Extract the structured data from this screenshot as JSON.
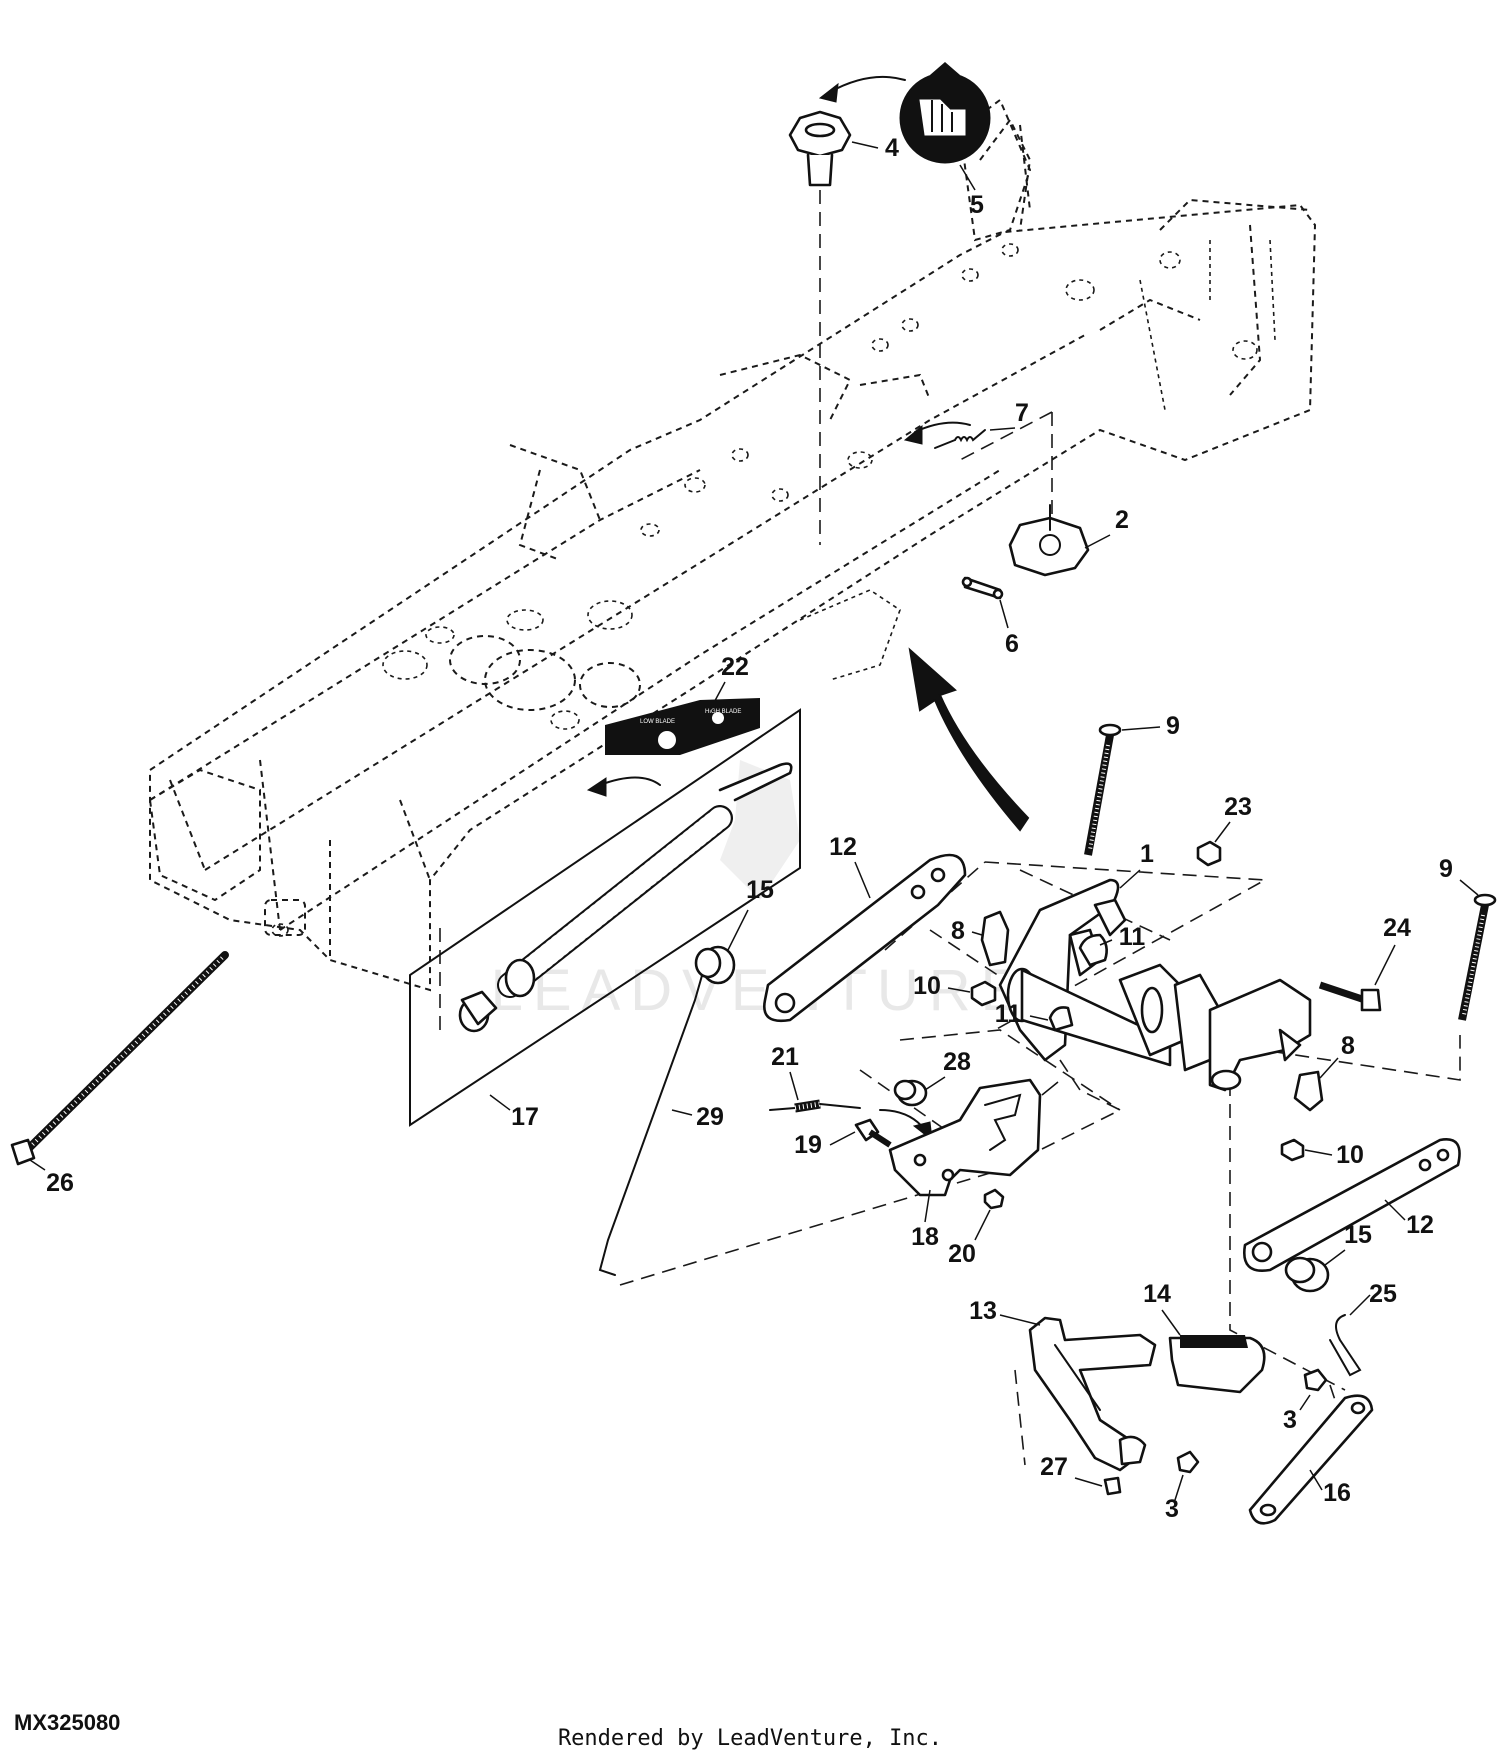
{
  "figure_id": "MX325080",
  "credit": "Rendered by LeadVenture, Inc.",
  "watermark": "LEADVENTURE",
  "decal_22_text": {
    "line1": "LOW BLADE",
    "line2": "HIGH BLADE"
  },
  "callouts": {
    "c1": "1",
    "c2": "2",
    "c3a": "3",
    "c3b": "3",
    "c4": "4",
    "c5": "5",
    "c6": "6",
    "c7": "7",
    "c8a": "8",
    "c8b": "8",
    "c9a": "9",
    "c9b": "9",
    "c10a": "10",
    "c10b": "10",
    "c11a": "11",
    "c11b": "11",
    "c12a": "12",
    "c12b": "12",
    "c13": "13",
    "c14": "14",
    "c15a": "15",
    "c15b": "15",
    "c16": "16",
    "c17": "17",
    "c18": "18",
    "c19": "19",
    "c20": "20",
    "c21": "21",
    "c22": "22",
    "c23": "23",
    "c24": "24",
    "c25": "25",
    "c26": "26",
    "c27": "27",
    "c28": "28",
    "c29": "29"
  }
}
